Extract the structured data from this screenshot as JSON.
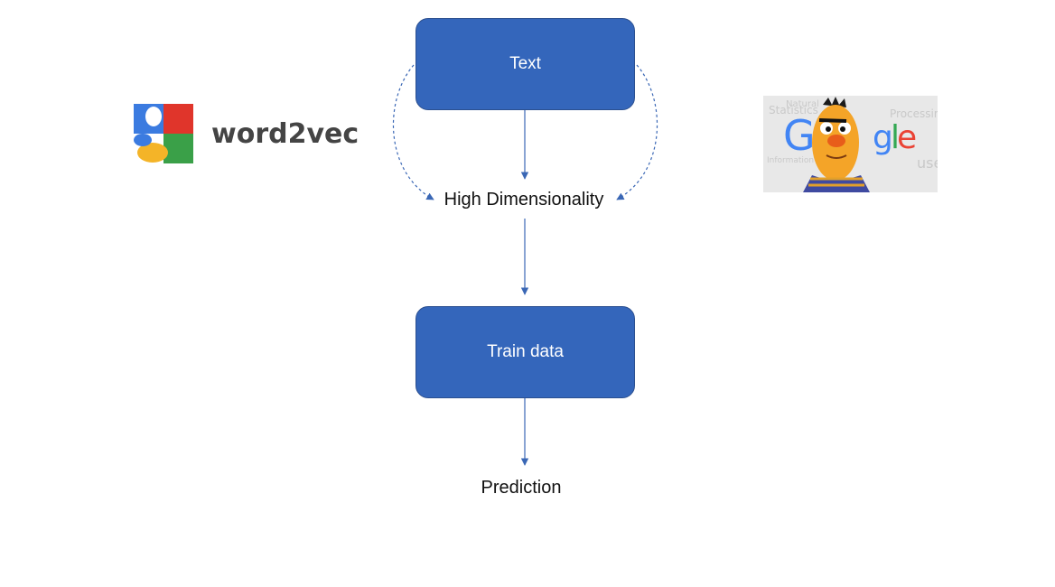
{
  "nodes": {
    "text": "Text",
    "high_dimensionality": "High Dimensionality",
    "train_data": "Train data",
    "prediction": "Prediction"
  },
  "logos": {
    "word2vec": "word2vec",
    "google_bert_letters": [
      "G",
      "g",
      "l",
      "e"
    ]
  },
  "colors": {
    "box_fill": "#3466bb",
    "arrow": "#3a67b5",
    "google_blue": "#4285f4",
    "google_red": "#ea4335",
    "google_yellow": "#fbbc05",
    "google_green": "#34a853"
  }
}
